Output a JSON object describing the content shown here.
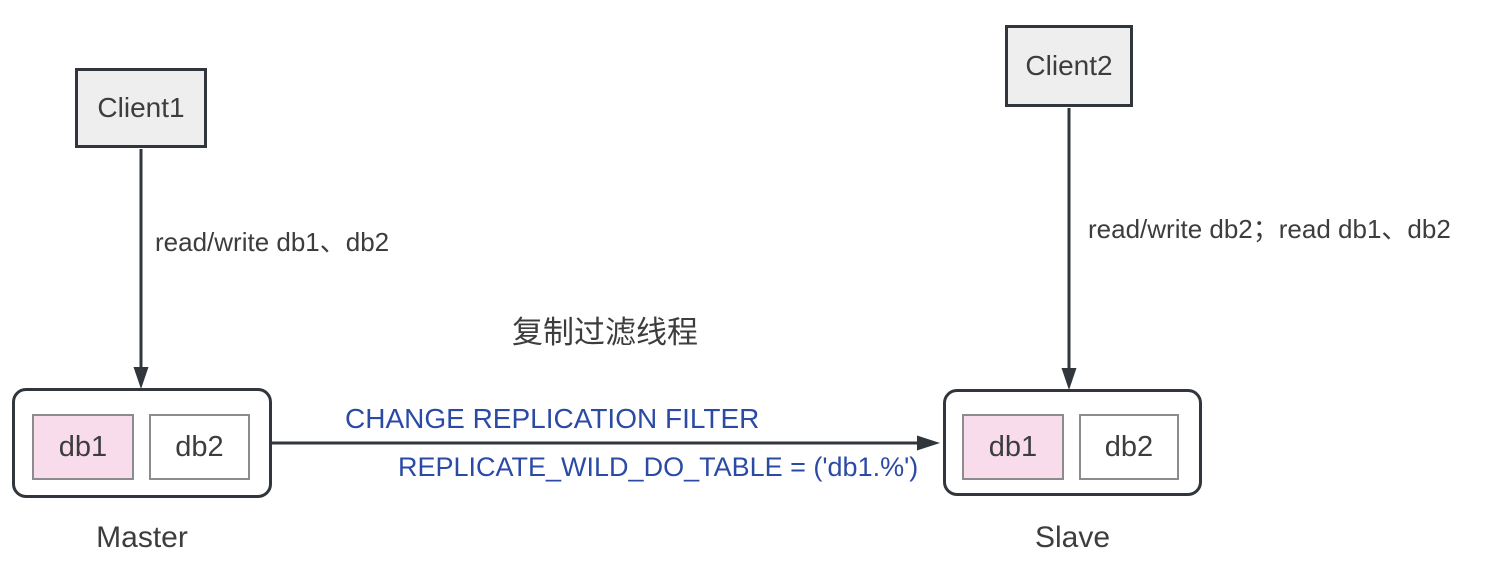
{
  "diagram_title": "复制过滤线程",
  "nodes": {
    "client1": {
      "label": "Client1"
    },
    "client2": {
      "label": "Client2"
    },
    "master": {
      "label": "Master",
      "databases": [
        "db1",
        "db2"
      ]
    },
    "slave": {
      "label": "Slave",
      "databases": [
        "db1",
        "db2"
      ]
    }
  },
  "edges": {
    "client1_to_master": {
      "label": "read/write db1、db2"
    },
    "client2_to_slave": {
      "label": "read/write db2；read db1、db2"
    },
    "master_to_slave": {
      "label_line1": "CHANGE REPLICATION FILTER",
      "label_line2": "REPLICATE_WILD_DO_TABLE = ('db1.%')"
    }
  },
  "colors": {
    "accent_blue": "#2b4aa6",
    "node_fill_gray": "#eeeeee",
    "db1_pink": "#f9dcec",
    "stroke_dark": "#31363d",
    "db_border_gray": "#8c8c8c",
    "text_dark": "#3d3d3d"
  }
}
